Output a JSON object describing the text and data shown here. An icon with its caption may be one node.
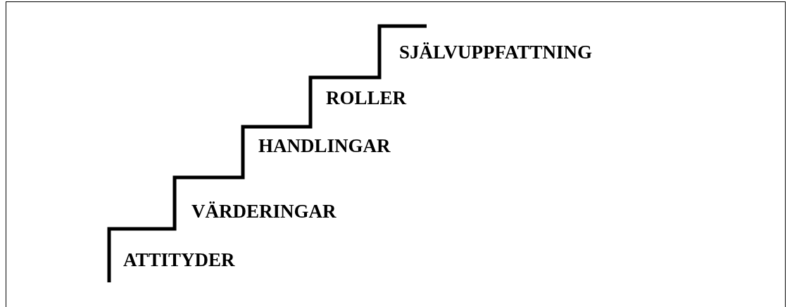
{
  "diagram": {
    "labels": [
      "ATTITYDER",
      "VÄRDERINGAR",
      "HANDLINGAR",
      "ROLLER",
      "SJÄLVUPPFATTNING"
    ]
  }
}
